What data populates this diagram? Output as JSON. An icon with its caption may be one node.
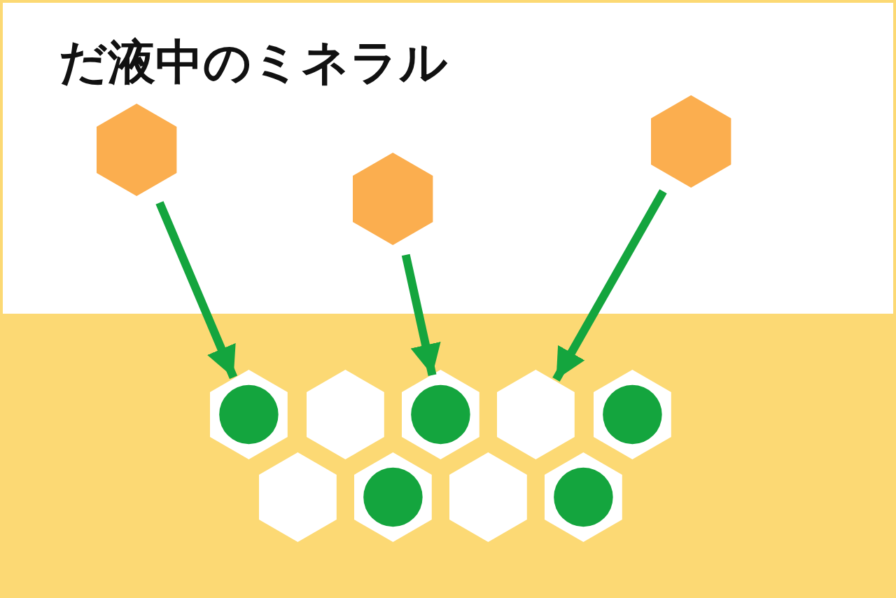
{
  "diagram": {
    "title": "だ液中のミネラル",
    "nodes": [
      {
        "text": [],
        "shape": "hexagon"
      },
      {
        "text": [],
        "shape": "hexagon"
      },
      {
        "text": [],
        "shape": "hexagon"
      },
      {
        "text": [],
        "shape": "circle"
      },
      {
        "text": [],
        "shape": "hexagon"
      },
      {
        "text": [],
        "shape": "circle"
      },
      {
        "text": [],
        "shape": "hexagon"
      },
      {
        "text": [],
        "shape": "circle"
      },
      {
        "text": [],
        "shape": "hexagon"
      },
      {
        "text": [],
        "shape": "circle"
      },
      {
        "text": [],
        "shape": "hexagon"
      },
      {
        "text": [],
        "shape": "circle"
      }
    ],
    "edges": [
      {
        "from": 0,
        "to": 3,
        "arrow": "to"
      },
      {
        "from": 1,
        "to": 5,
        "arrow": "to"
      },
      {
        "from": 2,
        "to": 6,
        "arrow": "to"
      }
    ]
  }
}
